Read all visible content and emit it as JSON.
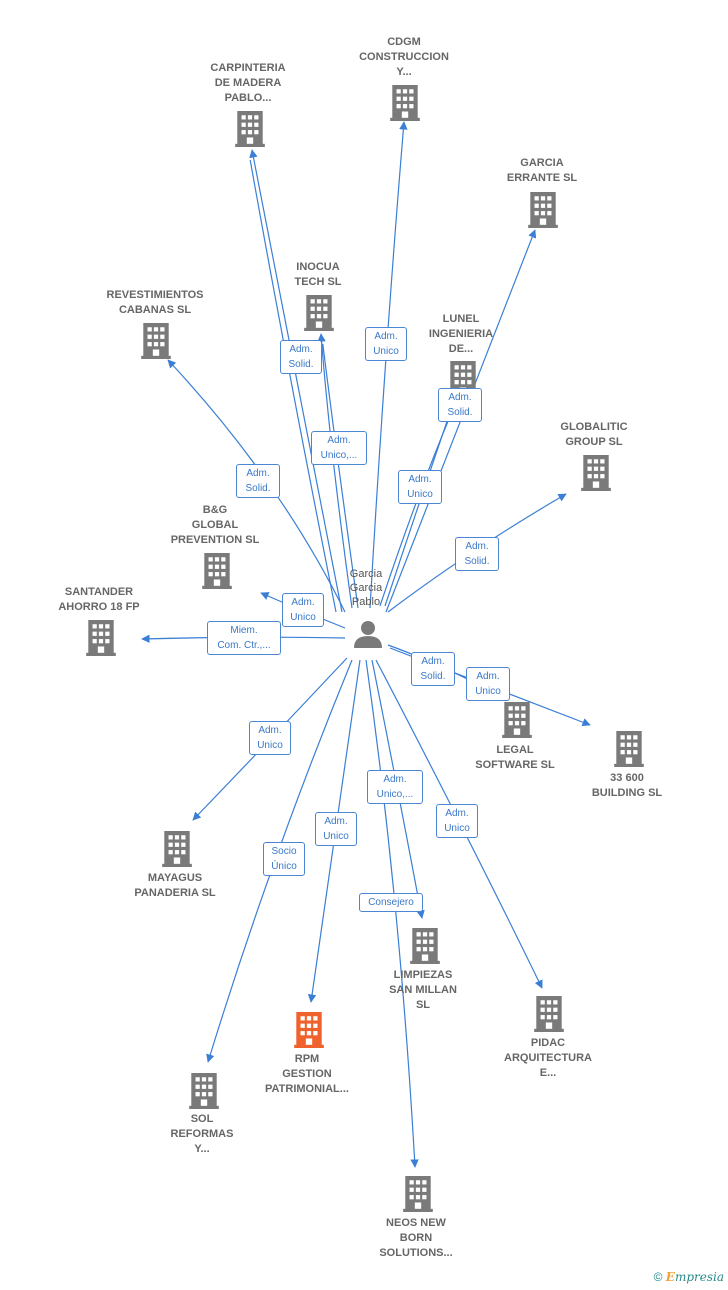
{
  "center": {
    "name": "Garcia\nGarcia\nPablo",
    "icon": "person-icon"
  },
  "companies": [
    {
      "id": "carpinteria",
      "label": "CARPINTERIA\nDE MADERA\nPABLO...",
      "icon": "building-icon",
      "highlight": false
    },
    {
      "id": "cdgm",
      "label": "CDGM\nCONSTRUCCION\nY...",
      "icon": "building-icon",
      "highlight": false
    },
    {
      "id": "garcia-errante",
      "label": "GARCIA\nERRANTE SL",
      "icon": "building-icon",
      "highlight": false
    },
    {
      "id": "inocua",
      "label": "INOCUA\nTECH SL",
      "icon": "building-icon",
      "highlight": false
    },
    {
      "id": "revestimientos",
      "label": "REVESTIMIENTOS\nCABANAS SL",
      "icon": "building-icon",
      "highlight": false
    },
    {
      "id": "lunel",
      "label": "LUNEL\nINGENIERIA\nDE...",
      "icon": "building-icon",
      "highlight": false
    },
    {
      "id": "globalitic",
      "label": "GLOBALITIC\nGROUP SL",
      "icon": "building-icon",
      "highlight": false
    },
    {
      "id": "bg-global",
      "label": "B&G\nGLOBAL\nPREVENTION SL",
      "icon": "building-icon",
      "highlight": false
    },
    {
      "id": "santander",
      "label": "SANTANDER\nAHORRO 18 FP",
      "icon": "building-icon",
      "highlight": false
    },
    {
      "id": "legal-software",
      "label": "LEGAL\nSOFTWARE SL",
      "icon": "building-icon",
      "highlight": false
    },
    {
      "id": "33600",
      "label": "33 600\nBUILDING SL",
      "icon": "building-icon",
      "highlight": false
    },
    {
      "id": "mayagus",
      "label": "MAYAGUS\nPANADERIA SL",
      "icon": "building-icon",
      "highlight": false
    },
    {
      "id": "limpiezas",
      "label": "LIMPIEZAS\nSAN MILLAN\nSL",
      "icon": "building-icon",
      "highlight": false
    },
    {
      "id": "pidac",
      "label": "PIDAC\nARQUITECTURA\nE...",
      "icon": "building-icon",
      "highlight": false
    },
    {
      "id": "rpm",
      "label": "RPM\nGESTION\nPATRIMONIAL...",
      "icon": "building-icon",
      "highlight": true
    },
    {
      "id": "sol-reformas",
      "label": "SOL\nREFORMAS\nY...",
      "icon": "building-icon",
      "highlight": false
    },
    {
      "id": "neos",
      "label": "NEOS NEW\nBORN\nSOLUTIONS...",
      "icon": "building-icon",
      "highlight": false
    }
  ],
  "edges": [
    {
      "to": "carpinteria",
      "label": "Adm.\nSolid."
    },
    {
      "to": "inocua",
      "label": "Adm.\nUnico,..."
    },
    {
      "to": "cdgm",
      "label": "Adm.\nUnico"
    },
    {
      "to": "lunel",
      "label": "Adm.\nSolid."
    },
    {
      "to": "garcia-errante",
      "label": "Adm.\nUnico"
    },
    {
      "to": "revestimientos",
      "label": "Adm.\nSolid."
    },
    {
      "to": "globalitic",
      "label": "Adm.\nSolid."
    },
    {
      "to": "bg-global",
      "label": "Adm.\nUnico"
    },
    {
      "to": "santander",
      "label": "Miem.\nCom. Ctr.,..."
    },
    {
      "to": "legal-software",
      "label": "Adm.\nSolid."
    },
    {
      "to": "33600",
      "label": "Adm.\nUnico"
    },
    {
      "to": "mayagus",
      "label": "Adm.\nUnico"
    },
    {
      "to": "limpiezas",
      "label": "Adm.\nUnico,..."
    },
    {
      "to": "pidac",
      "label": "Adm.\nUnico"
    },
    {
      "to": "rpm",
      "label": "Adm.\nUnico"
    },
    {
      "to": "sol-reformas",
      "label": "Socio\nÚnico"
    },
    {
      "to": "neos",
      "label": "Consejero"
    }
  ],
  "colors": {
    "edge": "#3a7fd5",
    "building": "#7a7a7a",
    "building_highlight": "#f0622d",
    "person": "#7a7a7a"
  },
  "footer": {
    "copyright": "©",
    "brand_initial": "E",
    "brand_rest": "mpresia"
  }
}
